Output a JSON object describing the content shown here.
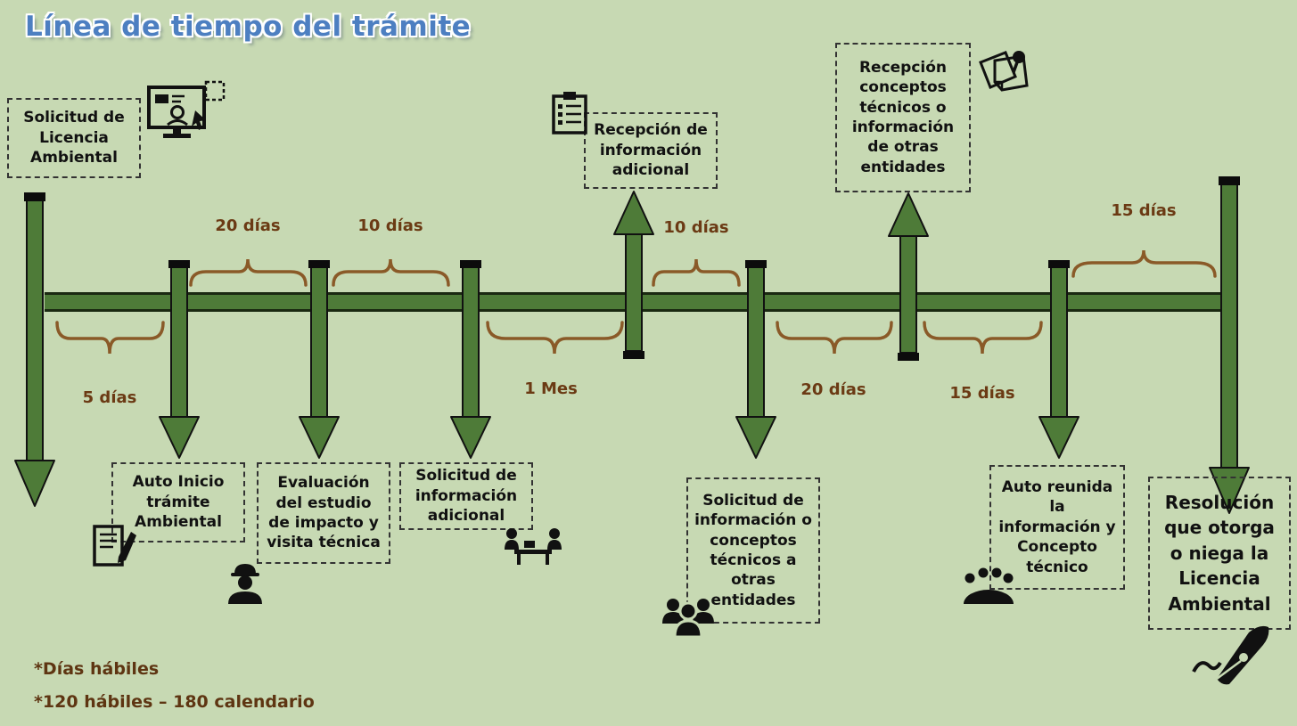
{
  "title": "Línea de tiempo del trámite",
  "events": [
    {
      "label": "Solicitud de Licencia Ambiental",
      "icon": "computer-registration"
    },
    {
      "label": "Auto Inicio trámite Ambiental",
      "icon": "document-pencil"
    },
    {
      "label": "Evaluación del estudio de impacto y visita técnica",
      "icon": "worker-helmet"
    },
    {
      "label": "Solicitud de información adicional",
      "icon": "meeting-people"
    },
    {
      "label": "Recepción de información adicional",
      "icon": "clipboard-checklist"
    },
    {
      "label": "Solicitud de información o conceptos técnicos a otras entidades",
      "icon": "people-group"
    },
    {
      "label": "Recepción conceptos técnicos o información de otras entidades",
      "icon": "pinned-notes"
    },
    {
      "label": "Auto reunida la información y Concepto técnico",
      "icon": "round-table"
    },
    {
      "label": "Resolución que otorga o niega la Licencia Ambiental",
      "icon": "pen-nib"
    }
  ],
  "durations": [
    {
      "label": "5 días",
      "side": "below"
    },
    {
      "label": "20 días",
      "side": "above"
    },
    {
      "label": "10 días",
      "side": "above"
    },
    {
      "label": "1 Mes",
      "side": "below"
    },
    {
      "label": "10 días",
      "side": "above"
    },
    {
      "label": "20 días",
      "side": "below"
    },
    {
      "label": "15 días",
      "side": "below"
    },
    {
      "label": "15 días",
      "side": "above"
    }
  ],
  "footnotes": {
    "line1": "*Días hábiles",
    "line2": "*120 hábiles – 180 calendario"
  },
  "colors": {
    "background": "#c7d9b3",
    "timeline_green": "#4e7b38",
    "brace_brown": "#8a5a28",
    "duration_text": "#6b3a14",
    "title_blue": "#4d7fc1"
  }
}
